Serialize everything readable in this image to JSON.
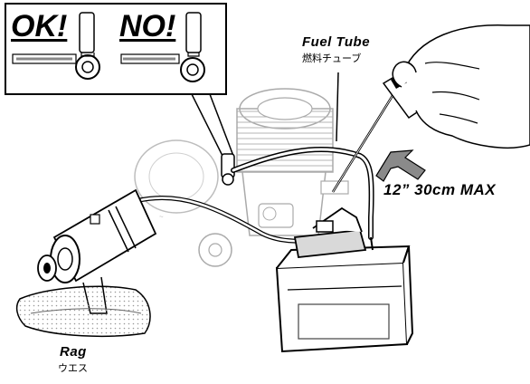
{
  "inset": {
    "ok_label": "OK!",
    "no_label": "NO!"
  },
  "callouts": {
    "fuel_tube_label": "Fuel Tube",
    "fuel_tube_jp": "燃料チューブ",
    "max_length": "12” 30cm MAX",
    "rag_label": "Rag",
    "rag_jp": "ウエス"
  },
  "colors": {
    "line": "#000000",
    "paper": "#ffffff",
    "shade": "#d9d9d9",
    "arrow": "#8a8a8a"
  }
}
